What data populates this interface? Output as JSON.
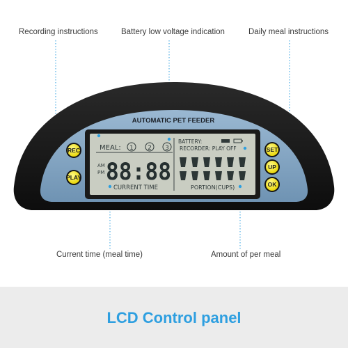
{
  "callouts": {
    "recording": "Recording instructions",
    "battery": "Battery low voltage indication",
    "daily_meal": "Daily meal instructions",
    "current_time": "Current time (meal time)",
    "amount": "Amount of per meal"
  },
  "device": {
    "title": "AUTOMATIC PET FEEDER",
    "buttons": {
      "rec": "REC",
      "play": "PLAY",
      "set": "SET",
      "up": "UP",
      "ok": "OK"
    }
  },
  "lcd": {
    "meal_label": "MEAL:",
    "meal_numbers": [
      "1",
      "2",
      "3"
    ],
    "battery_label": "BATTERY:",
    "recorder_label": "RECORDER: PLAY OFF",
    "am": "AM",
    "pm": "PM",
    "time": "88:88",
    "current_time_label": "CURRENT TIME",
    "portion_label": "PORTION(CUPS)"
  },
  "footer": {
    "title": "LCD Control panel"
  },
  "colors": {
    "accent": "#2e9fe0",
    "button_yellow": "#f3e61a",
    "panel_blue": "#86aac8",
    "lcd_bg": "#c9cdc2",
    "callout_line": "#2e9fe0"
  }
}
